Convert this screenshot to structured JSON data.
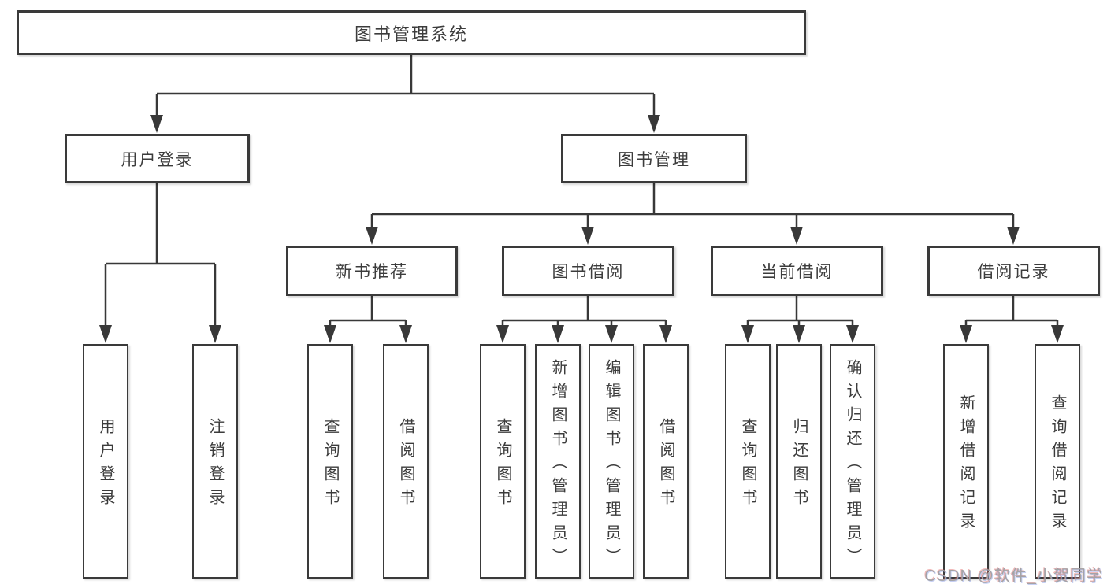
{
  "tree": {
    "label": "图书管理系统",
    "children": [
      {
        "label": "用户登录",
        "children": [
          {
            "label": "用户登录"
          },
          {
            "label": "注销登录"
          }
        ]
      },
      {
        "label": "图书管理",
        "children": [
          {
            "label": "新书推荐",
            "children": [
              {
                "label": "查询图书"
              },
              {
                "label": "借阅图书"
              }
            ]
          },
          {
            "label": "图书借阅",
            "children": [
              {
                "label": "查询图书"
              },
              {
                "label": "新增图书（管理员）"
              },
              {
                "label": "编辑图书（管理员）"
              },
              {
                "label": "借阅图书"
              }
            ]
          },
          {
            "label": "当前借阅",
            "children": [
              {
                "label": "查询图书"
              },
              {
                "label": "归还图书"
              },
              {
                "label": "确认归还（管理员）"
              }
            ]
          },
          {
            "label": "借阅记录",
            "children": [
              {
                "label": "新增借阅记录"
              },
              {
                "label": "查询借阅记录"
              }
            ]
          }
        ]
      }
    ]
  },
  "watermark": {
    "text": "CSDN @软件_小贺同学"
  },
  "colors": {
    "line": "#383838",
    "box_border": "#3a3a3a",
    "text": "#3c3c3c",
    "watermark": "#a3a3a6",
    "background": "#ffffff"
  }
}
